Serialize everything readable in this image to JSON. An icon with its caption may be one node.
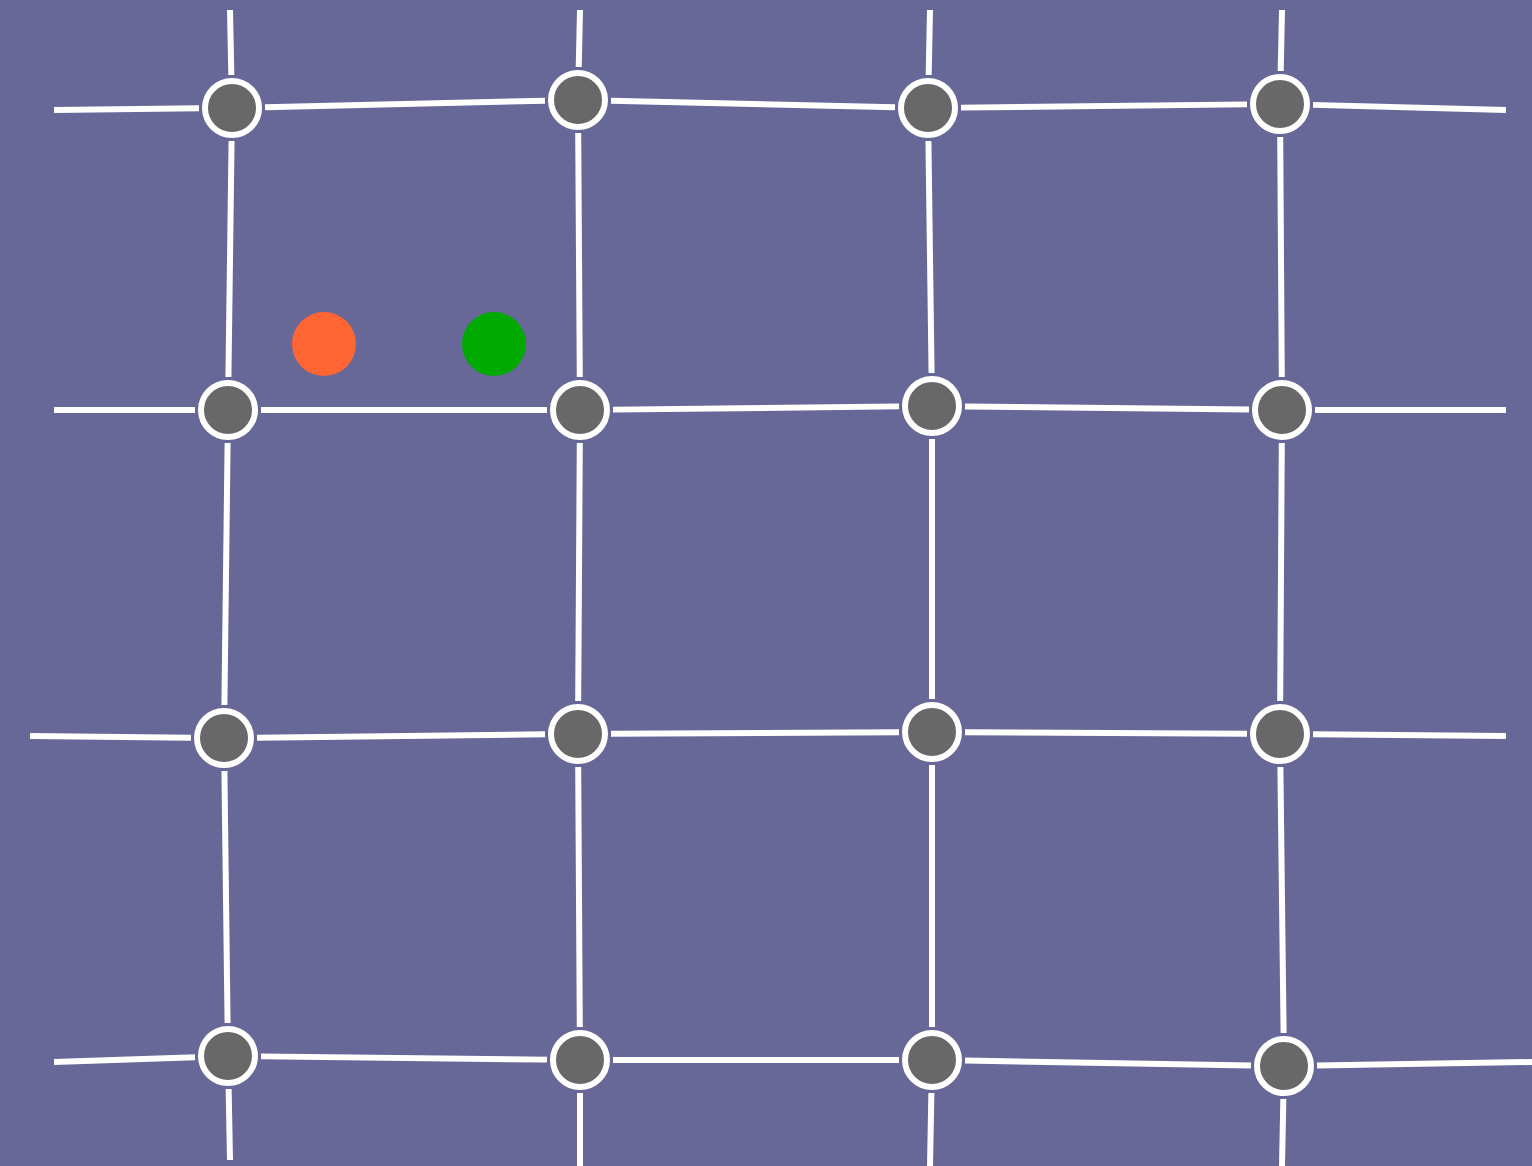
{
  "diagram": {
    "nodes": [
      {
        "text": [],
        "shape": "circle"
      },
      {
        "text": [],
        "shape": "circle"
      },
      {
        "text": [],
        "shape": "circle"
      },
      {
        "text": [],
        "shape": "circle"
      },
      {
        "text": [],
        "shape": "circle"
      },
      {
        "text": [],
        "shape": "circle"
      },
      {
        "text": [],
        "shape": "circle"
      },
      {
        "text": [],
        "shape": "circle"
      },
      {
        "text": [],
        "shape": "circle"
      },
      {
        "text": [],
        "shape": "circle"
      },
      {
        "text": [],
        "shape": "circle"
      },
      {
        "text": [],
        "shape": "circle"
      },
      {
        "text": [],
        "shape": "circle"
      },
      {
        "text": [],
        "shape": "circle"
      },
      {
        "text": [],
        "shape": "circle"
      },
      {
        "text": [],
        "shape": "circle"
      },
      {
        "text": [],
        "shape": "circle"
      },
      {
        "text": [],
        "shape": "circle"
      }
    ],
    "edges": [
      {
        "from": null,
        "to": 0,
        "arrow": "none"
      },
      {
        "from": 0,
        "to": 1,
        "arrow": "none"
      },
      {
        "from": 1,
        "to": 2,
        "arrow": "none"
      },
      {
        "from": 2,
        "to": 3,
        "arrow": "none"
      },
      {
        "from": 3,
        "to": null,
        "arrow": "none"
      },
      {
        "from": null,
        "to": 6,
        "arrow": "none"
      },
      {
        "from": 6,
        "to": 7,
        "arrow": "none"
      },
      {
        "from": 7,
        "to": 8,
        "arrow": "none"
      },
      {
        "from": 8,
        "to": 9,
        "arrow": "none"
      },
      {
        "from": 9,
        "to": null,
        "arrow": "none"
      },
      {
        "from": null,
        "to": 10,
        "arrow": "none"
      },
      {
        "from": 10,
        "to": 11,
        "arrow": "none"
      },
      {
        "from": 11,
        "to": 12,
        "arrow": "none"
      },
      {
        "from": 12,
        "to": 13,
        "arrow": "none"
      },
      {
        "from": 13,
        "to": null,
        "arrow": "none"
      },
      {
        "from": null,
        "to": 14,
        "arrow": "none"
      },
      {
        "from": 14,
        "to": 15,
        "arrow": "none"
      },
      {
        "from": 15,
        "to": 16,
        "arrow": "none"
      },
      {
        "from": 16,
        "to": 17,
        "arrow": "none"
      },
      {
        "from": 17,
        "to": null,
        "arrow": "none"
      },
      {
        "from": null,
        "to": 0,
        "arrow": "none"
      },
      {
        "from": 0,
        "to": 6,
        "arrow": "none"
      },
      {
        "from": 6,
        "to": 10,
        "arrow": "none"
      },
      {
        "from": 10,
        "to": 14,
        "arrow": "none"
      },
      {
        "from": 14,
        "to": null,
        "arrow": "none"
      },
      {
        "from": null,
        "to": 1,
        "arrow": "none"
      },
      {
        "from": 1,
        "to": 7,
        "arrow": "none"
      },
      {
        "from": 7,
        "to": 11,
        "arrow": "none"
      },
      {
        "from": 11,
        "to": 15,
        "arrow": "none"
      },
      {
        "from": 15,
        "to": null,
        "arrow": "none"
      },
      {
        "from": null,
        "to": 2,
        "arrow": "none"
      },
      {
        "from": 2,
        "to": 8,
        "arrow": "none"
      },
      {
        "from": 8,
        "to": 12,
        "arrow": "none"
      },
      {
        "from": 12,
        "to": 16,
        "arrow": "none"
      },
      {
        "from": 16,
        "to": null,
        "arrow": "none"
      },
      {
        "from": null,
        "to": 3,
        "arrow": "none"
      },
      {
        "from": 3,
        "to": 9,
        "arrow": "none"
      },
      {
        "from": 9,
        "to": 13,
        "arrow": "none"
      },
      {
        "from": 13,
        "to": 17,
        "arrow": "none"
      },
      {
        "from": 17,
        "to": null,
        "arrow": "none"
      }
    ]
  }
}
